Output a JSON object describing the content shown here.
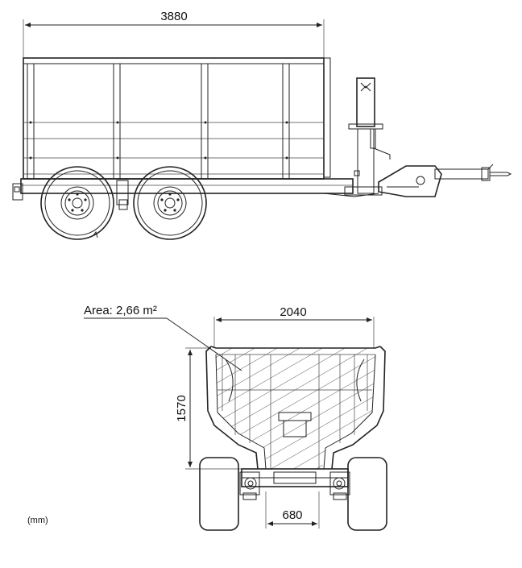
{
  "side_view": {
    "length_dimension": "3880"
  },
  "rear_view": {
    "area_label": "Area: 2,66 m²",
    "width_dimension": "2040",
    "height_dimension": "1570",
    "track_dimension": "680"
  },
  "units_note": "(mm)",
  "colors": {
    "line": "#222222",
    "background": "#ffffff"
  }
}
